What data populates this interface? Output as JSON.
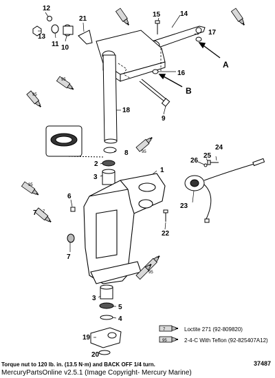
{
  "callouts": {
    "c1": "1",
    "c2": "2",
    "c3a": "3",
    "c3b": "3",
    "c4": "4",
    "c5": "5",
    "c6": "6",
    "c7a": "7",
    "c7b": "7",
    "c8": "8",
    "c9": "9",
    "c10": "10",
    "c11": "11",
    "c12": "12",
    "c13": "13",
    "c14": "14",
    "c15": "15",
    "c16": "16",
    "c17": "17",
    "c18": "18",
    "c19": "19",
    "c20": "20",
    "c21": "21",
    "c22": "22",
    "c23": "23",
    "c24": "24",
    "c25": "25",
    "c26": "26"
  },
  "view_markers": {
    "a": "A",
    "b": "B"
  },
  "tube_marks": {
    "t95": "95",
    "t7": "7"
  },
  "legend": {
    "loctite_code": "7",
    "loctite_label": "Loctite 271 (92-809820)",
    "teflon_code": "95",
    "teflon_label": "2-4-C With Teflon (92-825407A12)"
  },
  "footnote": "Torque nut to 120 lb. in. (13.5 N·m) and BACK OFF 1/4 turn.",
  "figure_number": "37487",
  "copyright": "MercuryPartsOnline v2.5.1 (Image Copyright- Mercury Marine)",
  "colors": {
    "ink": "#000000",
    "tube_fill": "#d9d9d9",
    "paper": "#ffffff"
  }
}
